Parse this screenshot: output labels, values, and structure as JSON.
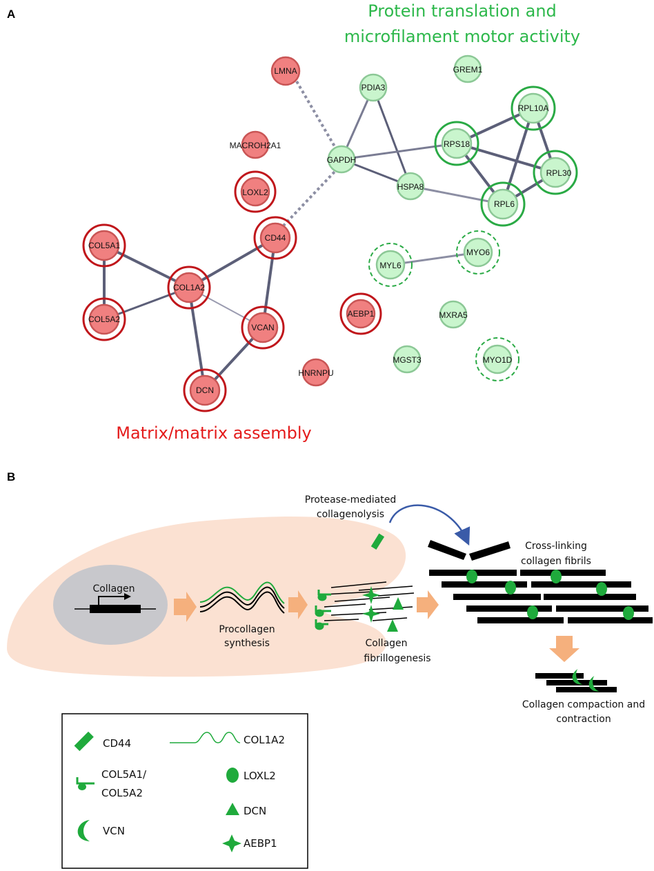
{
  "panel_a": {
    "label": "A",
    "cluster_green_title_line1": "Protein translation and",
    "cluster_green_title_line2": "microfilament motor activity",
    "cluster_red_title": "Matrix/matrix assembly",
    "nodes": [
      "LMNA",
      "MACROH2A1",
      "LOXL2",
      "COL5A1",
      "COL5A2",
      "COL1A2",
      "CD44",
      "VCAN",
      "DCN",
      "AEBP1",
      "HNRNPU",
      "PDIA3",
      "GAPDH",
      "HSPA8",
      "GREM1",
      "RPS18",
      "RPL10A",
      "RPL30",
      "RPL6",
      "MYL6",
      "MYO6",
      "MXRA5",
      "MGST3",
      "MYO1D"
    ],
    "colors": {
      "red_node": "#f08080",
      "red_ring": "#c0161b",
      "green_node": "#c9f5cd",
      "green_ring": "#2aaa45",
      "edge": "#6b6d85"
    }
  },
  "panel_b": {
    "label": "B",
    "gene_label": "Collagen",
    "procollagen_line1": "Procollagen",
    "procollagen_line2": "synthesis",
    "fibrillogenesis_line1": "Collagen",
    "fibrillogenesis_line2": "fibrillogenesis",
    "protease_line1": "Protease-mediated",
    "protease_line2": "collagenolysis",
    "crosslink_line1": "Cross-linking",
    "crosslink_line2": "collagen fibrils",
    "compaction_line1": "Collagen compaction and",
    "compaction_line2": "contraction",
    "colors": {
      "cell": "#fbe1d2",
      "nucleus": "#c8c8cc",
      "arrow": "#f5b07d",
      "marker": "#1faa3c",
      "protease_arrow": "#3a5ba8"
    }
  },
  "legend": {
    "cd44": "CD44",
    "col1a2": "COL1A2",
    "col5a1_line1": "COL5A1/",
    "col5a1_line2": "COL5A2",
    "loxl2": "LOXL2",
    "dcn": "DCN",
    "vcn": "VCN",
    "aebp1": "AEBP1"
  }
}
